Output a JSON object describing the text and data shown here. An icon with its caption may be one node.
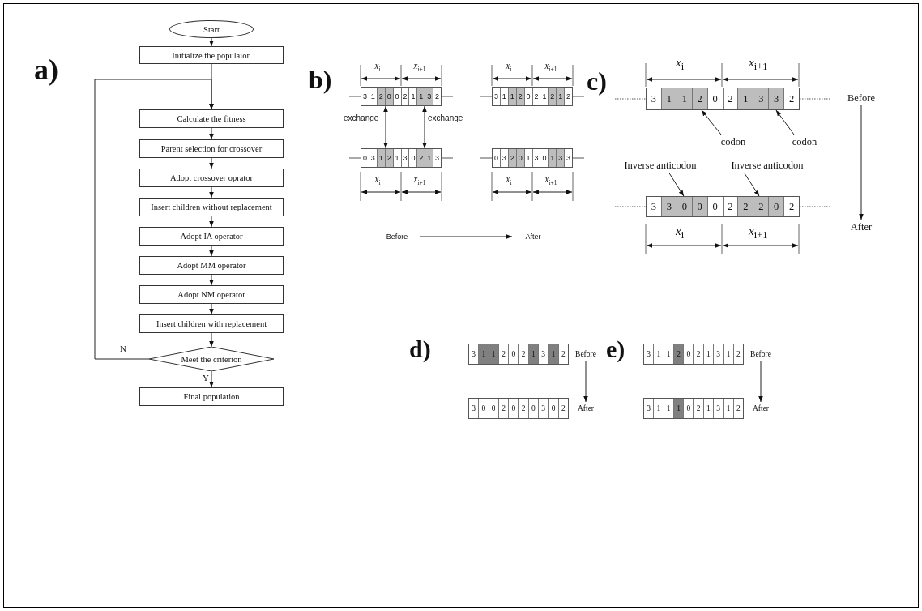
{
  "diagram": {
    "nodes": [
      {
        "text": [
          "Start"
        ]
      },
      {
        "text": [
          "Initialize the populaion"
        ]
      },
      {
        "text": [
          "Calculate the fitness"
        ]
      },
      {
        "text": [
          "Parent selection for crossover"
        ]
      },
      {
        "text": [
          "Adopt crossover oprator"
        ]
      },
      {
        "text": [
          "Insert children without replacement"
        ]
      },
      {
        "text": [
          "Adopt IA operator"
        ]
      },
      {
        "text": [
          "Adopt MM operator"
        ]
      },
      {
        "text": [
          "Adopt  NM operator"
        ]
      },
      {
        "text": [
          "Insert children with replacement"
        ]
      },
      {
        "text": [
          "Meet the criterion"
        ]
      },
      {
        "text": [
          "Final population"
        ]
      },
      {
        "text": [
          "3",
          "1",
          "2",
          "0",
          "0",
          "2",
          "1",
          "1",
          "3",
          "2"
        ]
      },
      {
        "text": [
          "0",
          "3",
          "1",
          "2",
          "1",
          "3",
          "0",
          "2",
          "1",
          "3"
        ]
      },
      {
        "text": [
          "3",
          "1",
          "1",
          "2",
          "0",
          "2",
          "1",
          "2",
          "1",
          "2"
        ]
      },
      {
        "text": [
          "0",
          "3",
          "2",
          "0",
          "1",
          "3",
          "0",
          "1",
          "3",
          "3"
        ]
      },
      {
        "text": [
          "Before"
        ]
      },
      {
        "text": [
          "After"
        ]
      },
      {
        "text": [
          "3",
          "1",
          "1",
          "2",
          "0",
          "2",
          "1",
          "3",
          "3",
          "2"
        ]
      },
      {
        "text": [
          "codon"
        ]
      },
      {
        "text": [
          "codon"
        ]
      },
      {
        "text": [
          "Inverse anticodon"
        ]
      },
      {
        "text": [
          "Inverse anticodon"
        ]
      },
      {
        "text": [
          "3",
          "3",
          "0",
          "0",
          "0",
          "2",
          "2",
          "2",
          "0",
          "2"
        ]
      },
      {
        "text": [
          "Before"
        ]
      },
      {
        "text": [
          "After"
        ]
      },
      {
        "text": [
          "3",
          "1",
          "1",
          "2",
          "0",
          "2",
          "1",
          "3",
          "1",
          "2"
        ]
      },
      {
        "text": [
          "3",
          "0",
          "0",
          "2",
          "0",
          "2",
          "0",
          "3",
          "0",
          "2"
        ]
      },
      {
        "text": [
          "Before"
        ]
      },
      {
        "text": [
          "After"
        ]
      },
      {
        "text": [
          "3",
          "1",
          "1",
          "2",
          "0",
          "2",
          "1",
          "3",
          "1",
          "2"
        ]
      },
      {
        "text": [
          "3",
          "1",
          "1",
          "1",
          "0",
          "2",
          "1",
          "3",
          "1",
          "2"
        ]
      },
      {
        "text": [
          "Before"
        ]
      },
      {
        "text": [
          "After"
        ]
      }
    ],
    "edges": [
      {
        "from": 0,
        "to": 1,
        "arrow": "to"
      },
      {
        "from": 1,
        "to": 2,
        "arrow": "to"
      },
      {
        "from": 2,
        "to": 3,
        "arrow": "to"
      },
      {
        "from": 3,
        "to": 4,
        "arrow": "to"
      },
      {
        "from": 4,
        "to": 5,
        "arrow": "to"
      },
      {
        "from": 5,
        "to": 6,
        "arrow": "to"
      },
      {
        "from": 6,
        "to": 7,
        "arrow": "to"
      },
      {
        "from": 7,
        "to": 8,
        "arrow": "to"
      },
      {
        "from": 8,
        "to": 9,
        "arrow": "to"
      },
      {
        "from": 9,
        "to": 10,
        "arrow": "to"
      },
      {
        "from": 10,
        "to": 2,
        "arrow": "to",
        "label": "N"
      },
      {
        "from": 10,
        "to": 11,
        "arrow": "to",
        "label": "Y"
      },
      {
        "from": 12,
        "to": 13,
        "arrow": "both",
        "label": "exchange"
      },
      {
        "from": 12,
        "to": 13,
        "arrow": "both",
        "label": "exchange"
      },
      {
        "from": 16,
        "to": 17,
        "arrow": "to"
      },
      {
        "from": 19,
        "to": 18,
        "arrow": "to"
      },
      {
        "from": 20,
        "to": 18,
        "arrow": "to"
      },
      {
        "from": 21,
        "to": 23,
        "arrow": "to"
      },
      {
        "from": 22,
        "to": 23,
        "arrow": "to"
      },
      {
        "from": 24,
        "to": 25,
        "arrow": "to"
      },
      {
        "from": 28,
        "to": 29,
        "arrow": "to"
      },
      {
        "from": 32,
        "to": 33,
        "arrow": "to"
      }
    ],
    "labels": [
      "a)",
      "b)",
      "*X*$_{i}$",
      "*X*$_{i+1}$",
      "*X*$_{i}$",
      "*X*$_{i+1}$",
      "*X*$_{i}$",
      "*X*$_{i+1}$",
      "*X*$_{i}$",
      "*X*$_{i+1}$",
      "c)",
      "*x*$_{i}$",
      "*x*$_{i+1}$",
      "*x*$_{i}$",
      "*x*$_{i+1}$",
      "d)",
      "e)"
    ]
  }
}
